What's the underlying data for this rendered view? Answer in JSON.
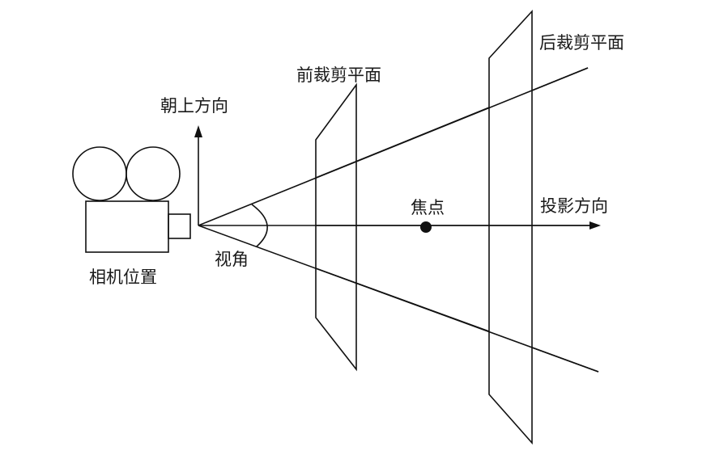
{
  "labels": {
    "camera_position": "相机位置",
    "view_up": "朝上方向",
    "view_angle": "视角",
    "front_clip_plane": "前裁剪平面",
    "back_clip_plane": "后裁剪平面",
    "focal_point": "焦点",
    "projection_direction": "投影方向"
  },
  "colors": {
    "line": "#111111",
    "text": "#1a1a1a",
    "background": "#ffffff"
  }
}
